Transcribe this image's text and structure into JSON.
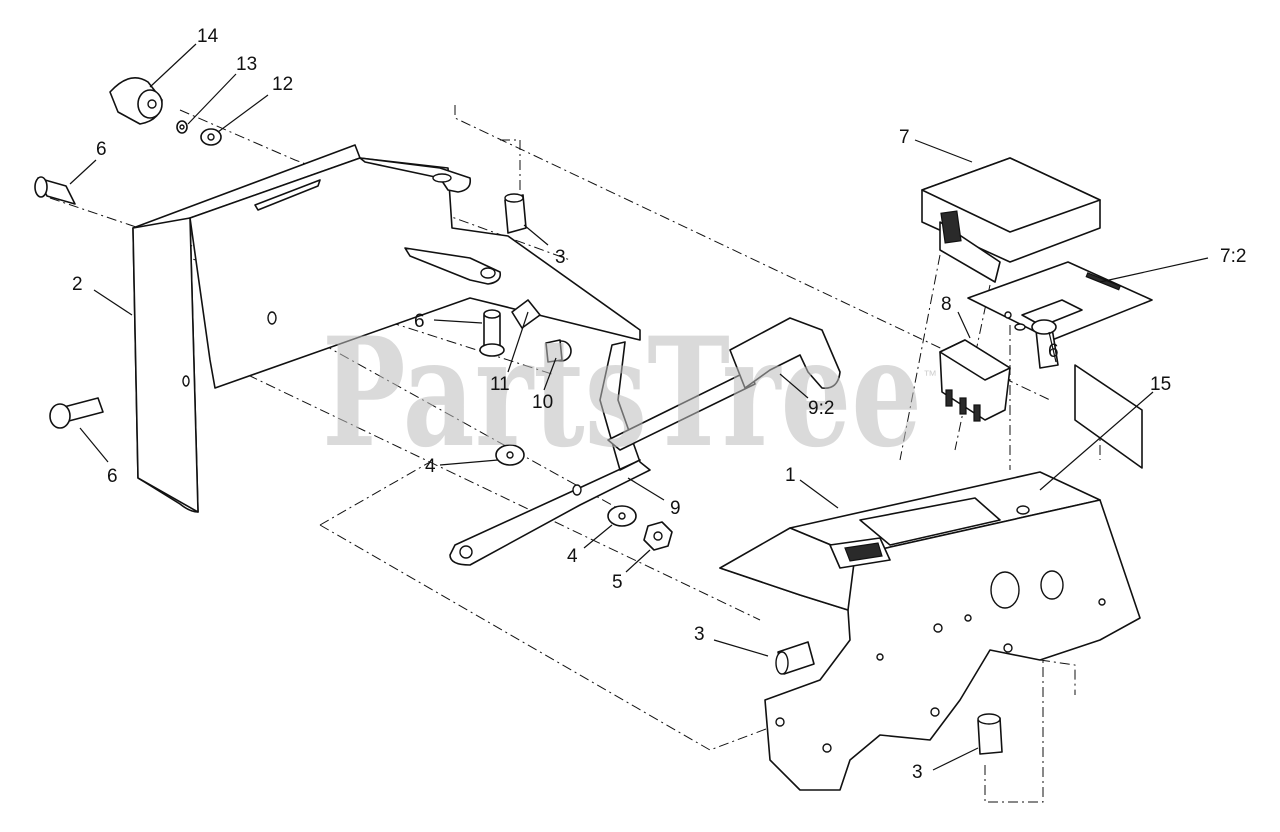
{
  "watermark": {
    "text": "PartsTree",
    "trademark": "™"
  },
  "callouts": [
    {
      "id": "c14",
      "label": "14"
    },
    {
      "id": "c13",
      "label": "13"
    },
    {
      "id": "c12",
      "label": "12"
    },
    {
      "id": "c6a",
      "label": "6"
    },
    {
      "id": "c2",
      "label": "2"
    },
    {
      "id": "c6b",
      "label": "6"
    },
    {
      "id": "c3a",
      "label": "3"
    },
    {
      "id": "c6c",
      "label": "6"
    },
    {
      "id": "c11",
      "label": "11"
    },
    {
      "id": "c10",
      "label": "10"
    },
    {
      "id": "c4a",
      "label": "4"
    },
    {
      "id": "c4b",
      "label": "4"
    },
    {
      "id": "c5",
      "label": "5"
    },
    {
      "id": "c9",
      "label": "9"
    },
    {
      "id": "c92",
      "label": "9:2"
    },
    {
      "id": "c7",
      "label": "7"
    },
    {
      "id": "c72",
      "label": "7:2"
    },
    {
      "id": "c8",
      "label": "8"
    },
    {
      "id": "c6d",
      "label": "6"
    },
    {
      "id": "c15",
      "label": "15"
    },
    {
      "id": "c1",
      "label": "1"
    },
    {
      "id": "c3b",
      "label": "3"
    },
    {
      "id": "c3c",
      "label": "3"
    }
  ]
}
